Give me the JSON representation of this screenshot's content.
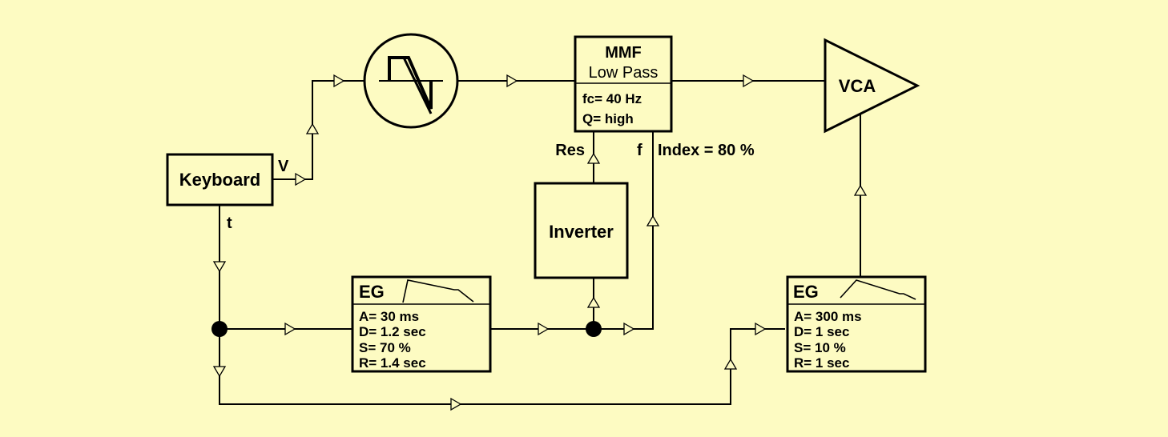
{
  "background": "#fdfbc2",
  "diagram": {
    "keyboard": {
      "label": "Keyboard",
      "out_v": "V",
      "out_t": "t"
    },
    "oscillator": {
      "icon": "sawtooth-wave-icon"
    },
    "mmf": {
      "title": "MMF",
      "subtitle": "Low Pass",
      "fc": "fc= 40 Hz",
      "q": "Q= high",
      "res_label": "Res",
      "f_label": "f",
      "index_label": "Index = 80 %"
    },
    "vca": {
      "label": "VCA"
    },
    "inverter": {
      "label": "Inverter"
    },
    "eg1": {
      "title": "EG",
      "params": [
        "A= 30 ms",
        "D= 1.2 sec",
        "S= 70 %",
        "R= 1.4 sec"
      ]
    },
    "eg2": {
      "title": "EG",
      "params": [
        "A= 300 ms",
        "D= 1 sec",
        "S= 10 %",
        "R= 1 sec"
      ]
    }
  }
}
